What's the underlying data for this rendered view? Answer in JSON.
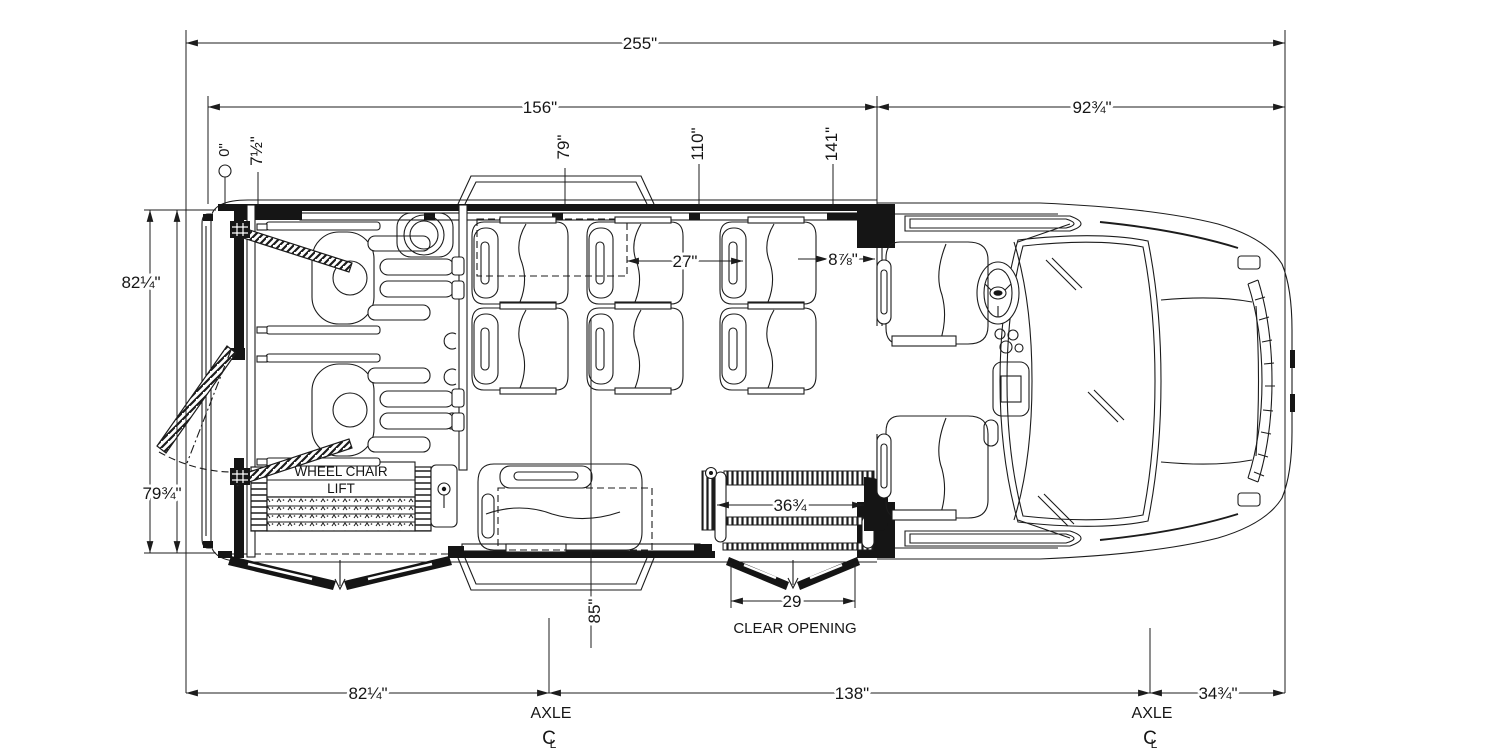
{
  "dims": {
    "overall_length": "255\"",
    "body_length": "156\"",
    "cab_length": "92¾\"",
    "body_width": "82¼\"",
    "rear_opening_width": "79¾\"",
    "station_0": "0\"",
    "station_7_5": "7½\"",
    "station_79": "79\"",
    "station_110": "110\"",
    "station_141": "141\"",
    "seat_spacing": "27\"",
    "seat_to_partition": "8⅞\"",
    "entry_opening": "36¾",
    "interior_length": "85\"",
    "clear_opening_value": "29",
    "clear_opening_label": "CLEAR OPENING",
    "rear_overhang": "82¼\"",
    "wheelbase": "138\"",
    "front_overhang": "34¾\"",
    "axle_label": "AXLE",
    "centerline_c": "C",
    "centerline_l": "L"
  },
  "labels": {
    "lift_line1": "WHEEL CHAIR",
    "lift_line2": "LIFT"
  }
}
